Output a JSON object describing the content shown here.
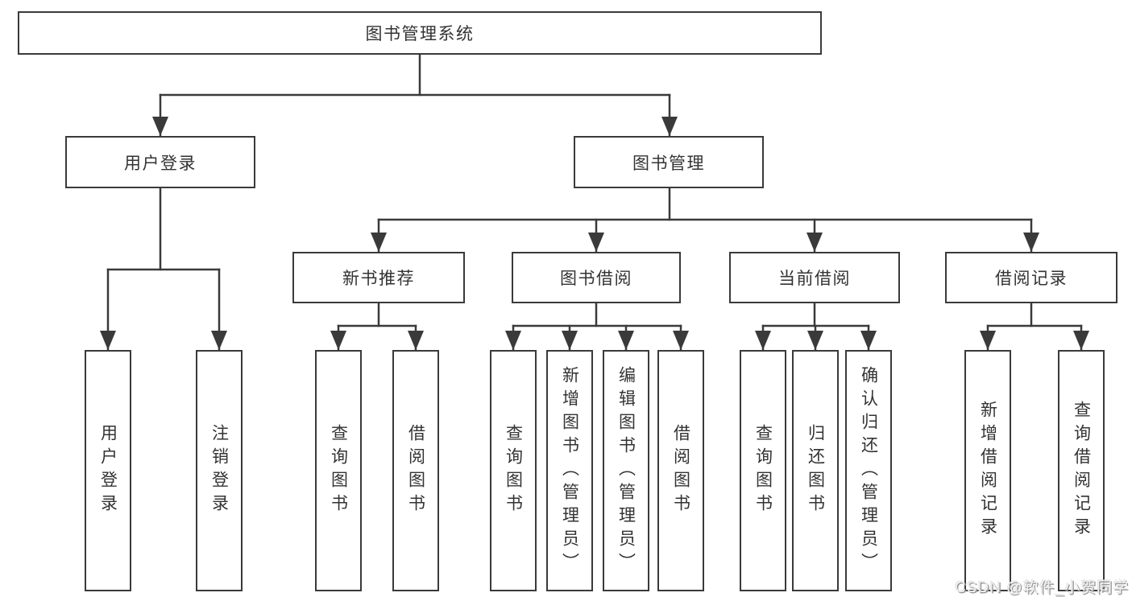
{
  "colors": {
    "line": "#3a3a3a",
    "text": "#333333",
    "background": "#ffffff",
    "watermark": "#efefef"
  },
  "watermark": "CSDN @软件_小贺同学",
  "tree": {
    "root": {
      "label": "图书管理系统",
      "children": [
        {
          "label": "用户登录",
          "children": [
            {
              "label": "用户登录"
            },
            {
              "label": "注销登录"
            }
          ]
        },
        {
          "label": "图书管理",
          "children": [
            {
              "label": "新书推荐",
              "children": [
                {
                  "label": "查询图书"
                },
                {
                  "label": "借阅图书"
                }
              ]
            },
            {
              "label": "图书借阅",
              "children": [
                {
                  "label": "查询图书"
                },
                {
                  "label": "新增图书（管理员）"
                },
                {
                  "label": "编辑图书（管理员）"
                },
                {
                  "label": "借阅图书"
                }
              ]
            },
            {
              "label": "当前借阅",
              "children": [
                {
                  "label": "查询图书"
                },
                {
                  "label": "归还图书"
                },
                {
                  "label": "确认归还（管理员）"
                }
              ]
            },
            {
              "label": "借阅记录",
              "children": [
                {
                  "label": "新增借阅记录"
                },
                {
                  "label": "查询借阅记录"
                }
              ]
            }
          ]
        }
      ]
    }
  }
}
